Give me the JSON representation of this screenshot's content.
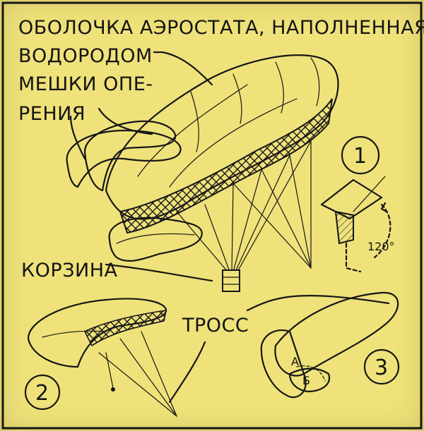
{
  "labels": {
    "envelope_line1": "ОБОЛОЧКА АЭРОСТАТА, НАПОЛНЕННАЯ",
    "envelope_line2": "ВОДОРОДОМ",
    "fins_line1": "МЕШКИ ОПЕ-",
    "fins_line2": "РЕНИЯ",
    "basket": "КОРЗИНА",
    "cable": "ТРОСС",
    "angle": "120°",
    "point_a": "А",
    "point_b": "Б"
  },
  "figures": {
    "fig1": "1",
    "fig2": "2",
    "fig3": "3"
  },
  "colors": {
    "paper": "#efe27a",
    "ink": "#161616"
  }
}
